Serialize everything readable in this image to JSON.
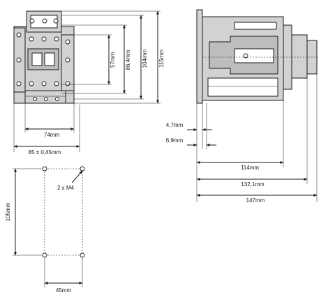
{
  "front_view": {
    "height_inner": "57mm",
    "height_mid": "86,4mm",
    "height_104": "104mm",
    "height_total": "115mm",
    "width_74": "74mm",
    "width_85": "85 ± 0,45mm"
  },
  "side_view": {
    "rail_4_7": "4,7mm",
    "rail_6_9": "6,9mm",
    "depth_114": "114mm",
    "depth_132": "132,1mm",
    "depth_147": "147mm"
  },
  "mounting_holes": {
    "screws": "2 x M4",
    "height": "105mm",
    "width": "45mm"
  },
  "colors": {
    "body": "#d2d2d2",
    "line": "#1a1a1a"
  }
}
